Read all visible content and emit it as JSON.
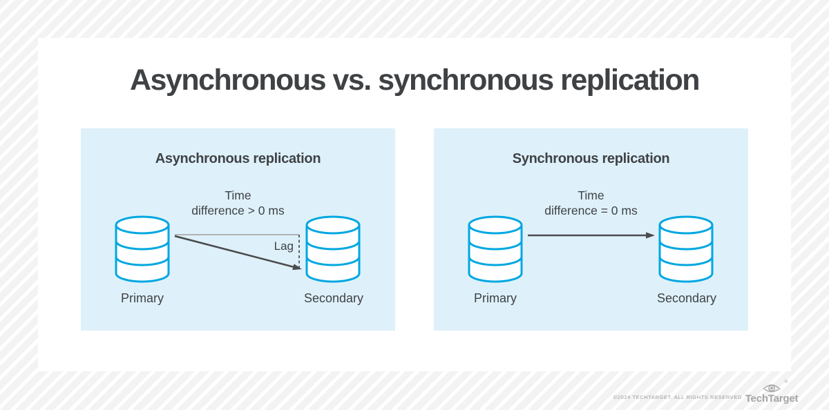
{
  "page": {
    "title": "Asynchronous vs. synchronous replication"
  },
  "panels": [
    {
      "title": "Asynchronous replication",
      "time_line1": "Time",
      "time_line2": "difference > 0 ms",
      "lag_label": "Lag",
      "primary_label": "Primary",
      "secondary_label": "Secondary"
    },
    {
      "title": "Synchronous replication",
      "time_line1": "Time",
      "time_line2": "difference = 0 ms",
      "primary_label": "Primary",
      "secondary_label": "Secondary"
    }
  ],
  "footer": {
    "copyright": "©2024 TECHTARGET. ALL RIGHTS RESERVED",
    "brand": "TechTarget",
    "registered_mark": "®"
  },
  "colors": {
    "panel_bg": "#def1fa",
    "db_stroke": "#00a7e1",
    "text_dark": "#3f4245",
    "arrow_dark": "#4b4c4e",
    "line_gray": "#b2b2b4",
    "brand_gray": "#a5a5a5",
    "smallprint_gray": "#9b9b9b"
  }
}
